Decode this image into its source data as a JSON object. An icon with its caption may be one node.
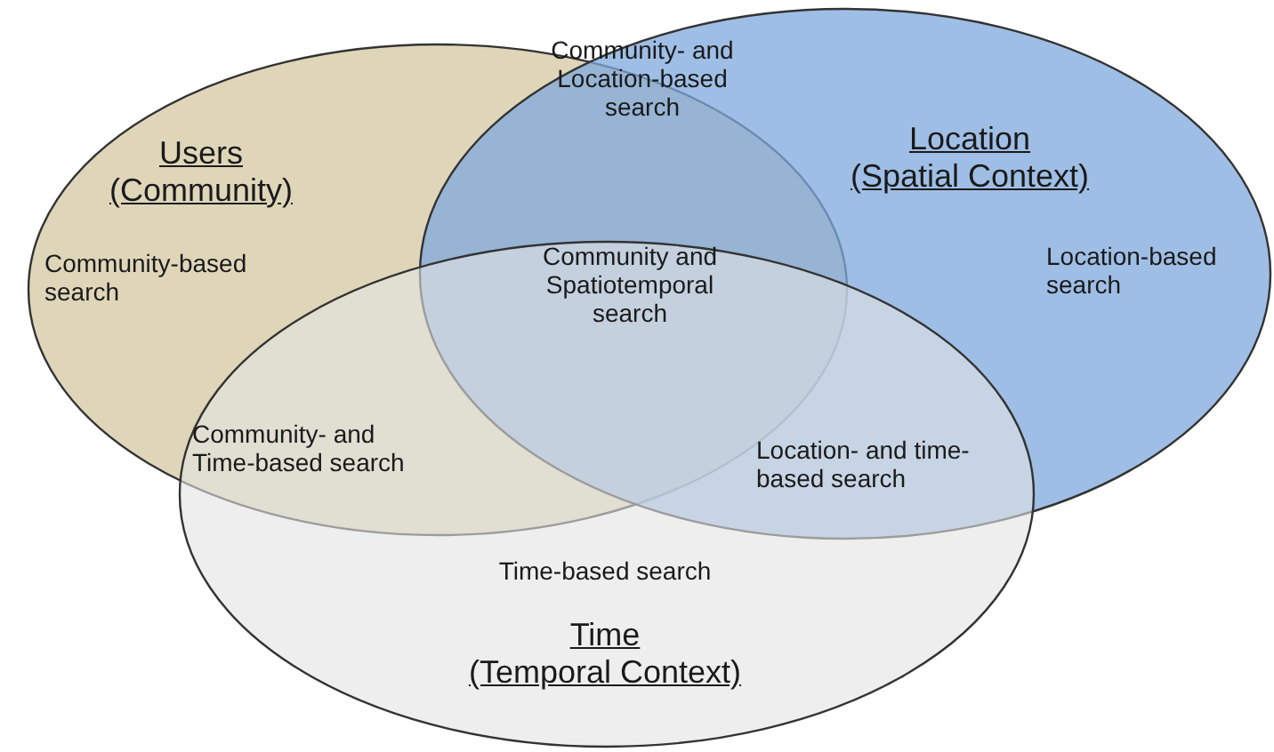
{
  "diagram": {
    "nodes": [
      {
        "text": [
          "Users (Community)",
          "Community-based search"
        ]
      },
      {
        "text": [
          "Location (Spatial Context)",
          "Location-based search"
        ]
      },
      {
        "text": [
          "Time-based search",
          "Time (Temporal Context)"
        ]
      }
    ],
    "labels": [
      "Community- and Location-based search",
      "Community and Spatiotemporal search",
      "Community- and Time-based search",
      "Location- and time-based search"
    ]
  }
}
